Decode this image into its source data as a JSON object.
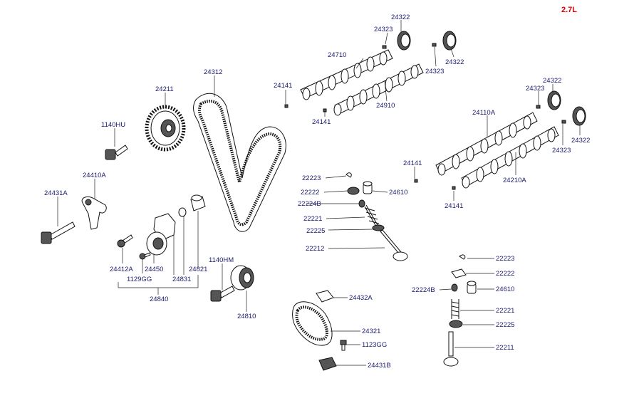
{
  "engine_label": "2.7L",
  "colors": {
    "engine_label": "#e00000",
    "part_label": "#1a1a6e"
  },
  "labels": [
    {
      "id": "24322-a",
      "text": "24322"
    },
    {
      "id": "24323-a",
      "text": "24323"
    },
    {
      "id": "24710",
      "text": "24710"
    },
    {
      "id": "24323-b",
      "text": "24323"
    },
    {
      "id": "24322-b",
      "text": "24322"
    },
    {
      "id": "24141-a",
      "text": "24141"
    },
    {
      "id": "24910",
      "text": "24910"
    },
    {
      "id": "24141-b",
      "text": "24141"
    },
    {
      "id": "24312",
      "text": "24312"
    },
    {
      "id": "24211",
      "text": "24211"
    },
    {
      "id": "1140HU",
      "text": "1140HU"
    },
    {
      "id": "24410A",
      "text": "24410A"
    },
    {
      "id": "24431A",
      "text": "24431A"
    },
    {
      "id": "24322-c",
      "text": "24322"
    },
    {
      "id": "24323-c",
      "text": "24323"
    },
    {
      "id": "24110A",
      "text": "24110A"
    },
    {
      "id": "24322-d",
      "text": "24322"
    },
    {
      "id": "24323-d",
      "text": "24323"
    },
    {
      "id": "24141-c",
      "text": "24141"
    },
    {
      "id": "24210A",
      "text": "24210A"
    },
    {
      "id": "24141-d",
      "text": "24141"
    },
    {
      "id": "22223-a",
      "text": "22223"
    },
    {
      "id": "22222-a",
      "text": "22222"
    },
    {
      "id": "24610-a",
      "text": "24610"
    },
    {
      "id": "22224B-a",
      "text": "22224B"
    },
    {
      "id": "22221-a",
      "text": "22221"
    },
    {
      "id": "22225-a",
      "text": "22225"
    },
    {
      "id": "22212",
      "text": "22212"
    },
    {
      "id": "24412A",
      "text": "24412A"
    },
    {
      "id": "24450",
      "text": "24450"
    },
    {
      "id": "1129GG",
      "text": "1129GG"
    },
    {
      "id": "24831",
      "text": "24831"
    },
    {
      "id": "24821",
      "text": "24821"
    },
    {
      "id": "24840",
      "text": "24840"
    },
    {
      "id": "1140HM",
      "text": "1140HM"
    },
    {
      "id": "24810",
      "text": "24810"
    },
    {
      "id": "22223-b",
      "text": "22223"
    },
    {
      "id": "22222-b",
      "text": "22222"
    },
    {
      "id": "22224B-b",
      "text": "22224B"
    },
    {
      "id": "24610-b",
      "text": "24610"
    },
    {
      "id": "22221-b",
      "text": "22221"
    },
    {
      "id": "22225-b",
      "text": "22225"
    },
    {
      "id": "22211",
      "text": "22211"
    },
    {
      "id": "24432A",
      "text": "24432A"
    },
    {
      "id": "24321",
      "text": "24321"
    },
    {
      "id": "1123GG",
      "text": "1123GG"
    },
    {
      "id": "24431B",
      "text": "24431B"
    }
  ]
}
